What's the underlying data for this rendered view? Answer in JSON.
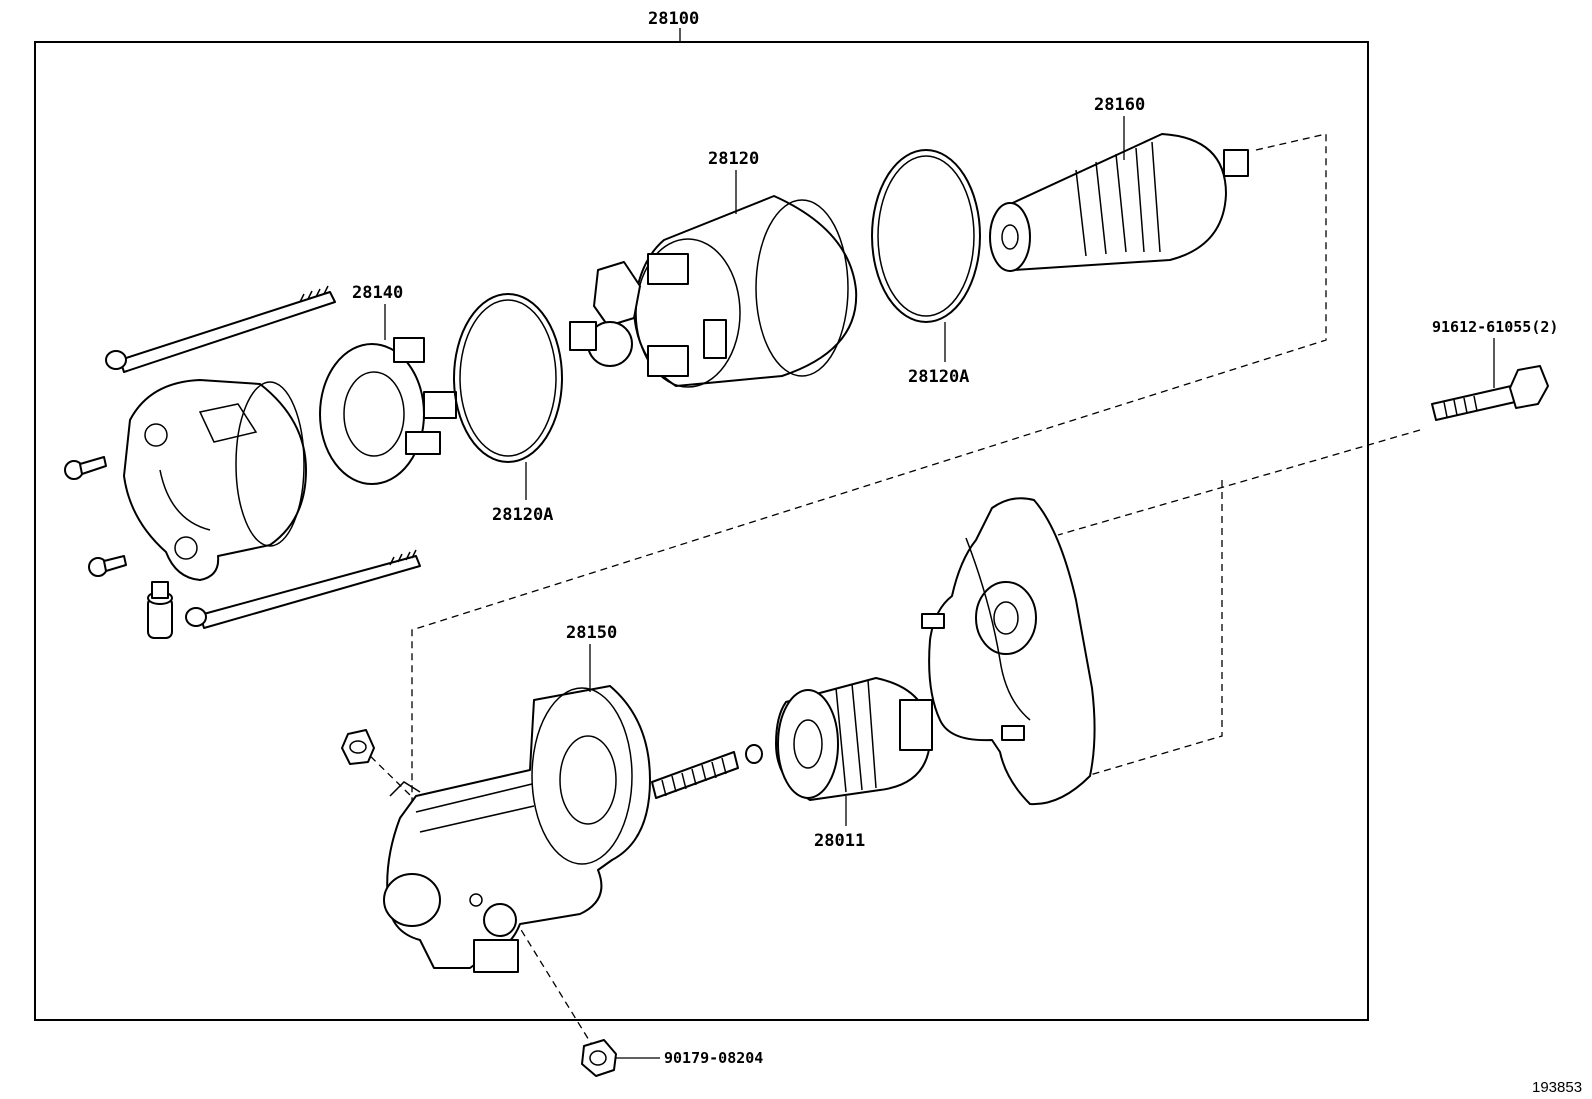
{
  "assembly": {
    "label": "28100"
  },
  "parts": {
    "solenoid": {
      "label": "28120"
    },
    "oring_right": {
      "label": "28120A"
    },
    "oring_left": {
      "label": "28120A"
    },
    "brush_holder": {
      "label": "28140"
    },
    "armature": {
      "label": "28160"
    },
    "yoke_housing": {
      "label": "28150"
    },
    "clutch": {
      "label": "28011"
    },
    "bolt": {
      "label": "91612-61055(2)"
    },
    "nut": {
      "label": "90179-08204"
    }
  },
  "figure": {
    "ref_number": "193853"
  }
}
